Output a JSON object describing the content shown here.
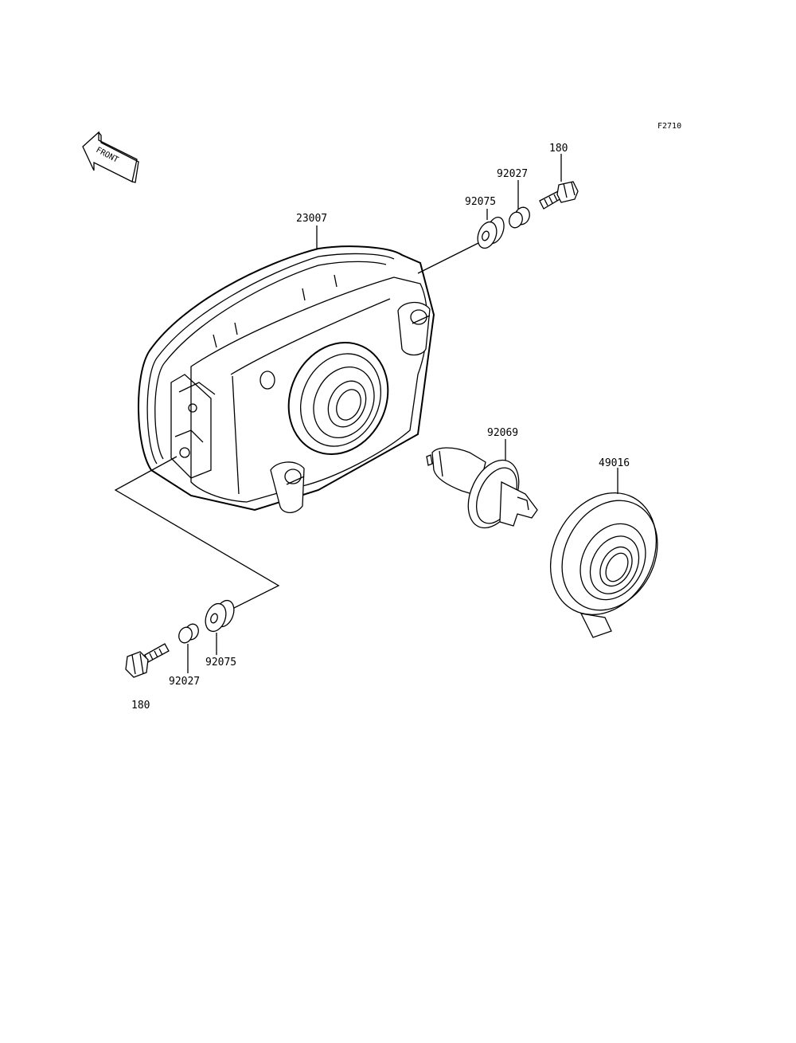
{
  "figure_code": "F2710",
  "front_marker": "FRONT",
  "callouts": {
    "headlight_assy": "23007",
    "bulb": "92069",
    "bulb_cover": "49016",
    "grommet_upper": "92075",
    "collar_upper": "92027",
    "bolt_upper": "180",
    "grommet_lower": "92075",
    "collar_lower": "92027",
    "bolt_lower": "180"
  }
}
